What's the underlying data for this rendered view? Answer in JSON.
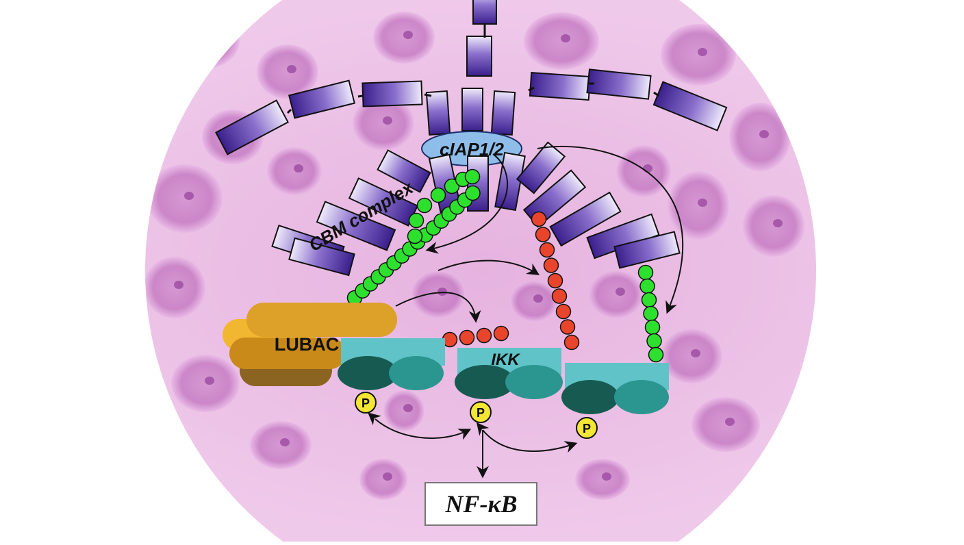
{
  "diagram": {
    "labels": {
      "ciap": "cIAP1/2",
      "cbm": "CBM complex",
      "lubac": "LUBAC",
      "ikk": "IKK",
      "nfkb": "NF-κB",
      "phospho": "P"
    },
    "colors": {
      "tissue_background": "#e8b4e0",
      "cell_nucleus": "#c77fc4",
      "cbm_segment": "#4b2b9e",
      "ciap_fill": "#8ebdea",
      "lubac_fill": "#d89a1e",
      "ikk_top": "#5fc3c7",
      "ikk_dark": "#175a52",
      "ikk_light": "#2b9590",
      "linear_ubiquitin": "#2ee02e",
      "k63_ubiquitin": "#e8452c",
      "phospho_fill": "#f3e634"
    }
  }
}
